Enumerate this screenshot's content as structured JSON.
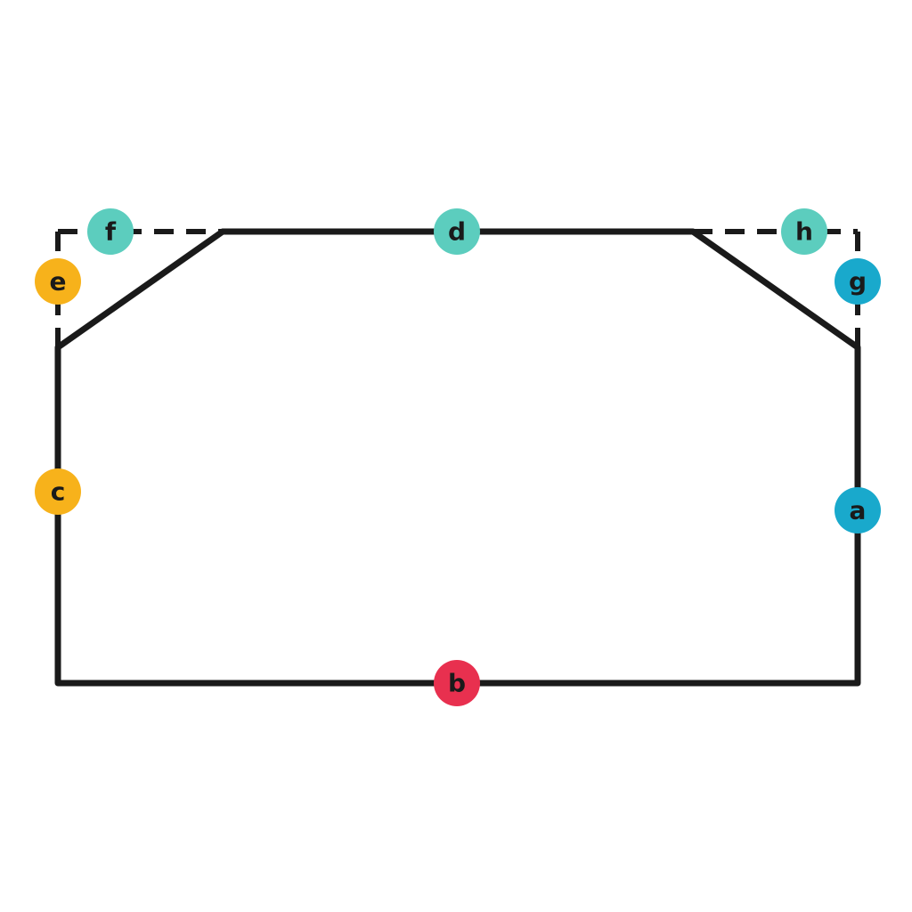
{
  "colors": {
    "stroke": "#1a1a1a",
    "background": "#ffffff",
    "yellow": "#f7b21b",
    "teal": "#5ccdbe",
    "blue": "#19a9cc",
    "red": "#e8304f"
  },
  "labels": {
    "a": "a",
    "b": "b",
    "c": "c",
    "d": "d",
    "e": "e",
    "f": "f",
    "g": "g",
    "h": "h"
  }
}
